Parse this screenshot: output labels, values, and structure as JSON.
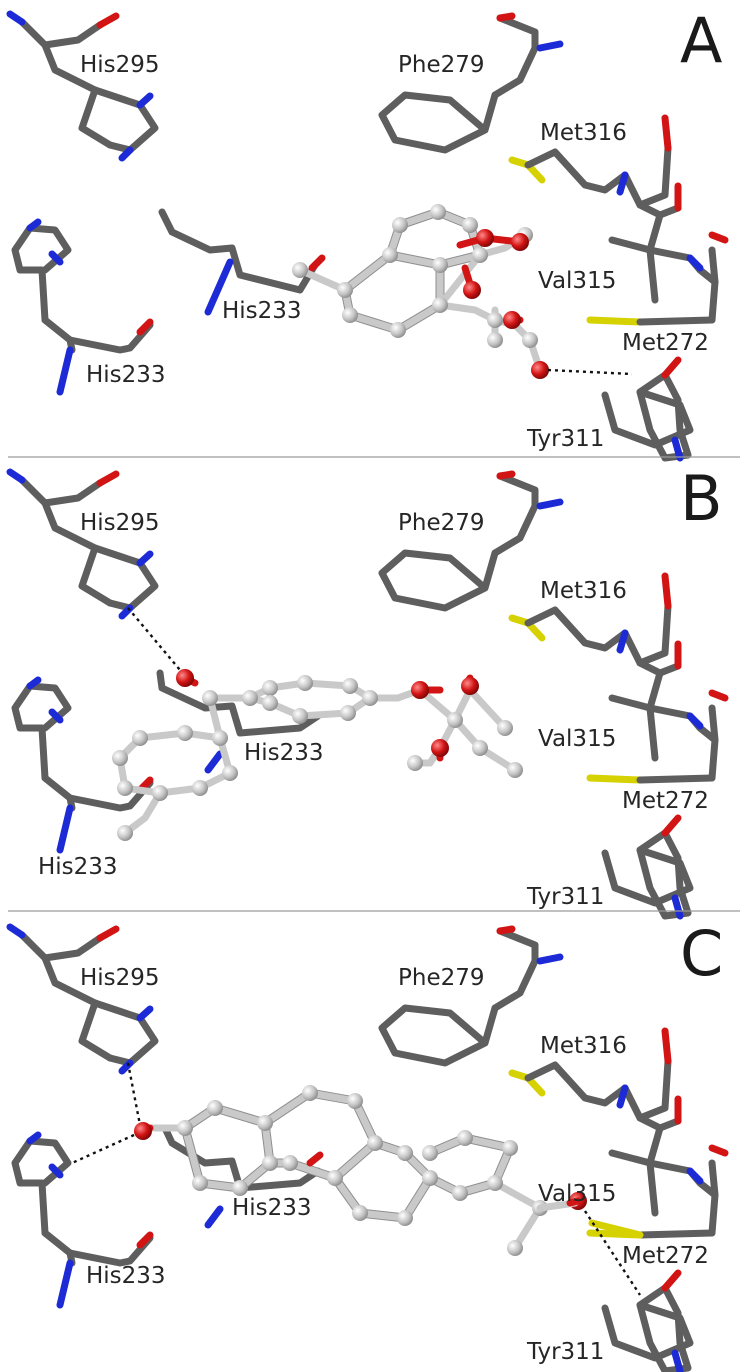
{
  "figure": {
    "panels": [
      {
        "letter": "A",
        "labels": {
          "his295": "His295",
          "phe279": "Phe279",
          "met316": "Met316",
          "his233_top": "His233",
          "his233_bottom": "His233",
          "val315": "Val315",
          "met272": "Met272",
          "tyr311": "Tyr311"
        }
      },
      {
        "letter": "B",
        "labels": {
          "his295": "His295",
          "phe279": "Phe279",
          "met316": "Met316",
          "his233_top": "His233",
          "his233_bottom": "His233",
          "val315": "Val315",
          "met272": "Met272",
          "tyr311": "Tyr311"
        }
      },
      {
        "letter": "C",
        "labels": {
          "his295": "His295",
          "phe279": "Phe279",
          "met316": "Met316",
          "his233_top": "His233",
          "his233_bottom": "His233",
          "val315": "Val315",
          "met272": "Met272",
          "tyr311": "Tyr311"
        }
      }
    ],
    "atom_colors": {
      "carbon_residue": "#5e5e5e",
      "carbon_ligand": "#c9c9c9",
      "nitrogen": "#1d2bd6",
      "oxygen": "#d21414",
      "sulfur": "#d6d100"
    }
  }
}
